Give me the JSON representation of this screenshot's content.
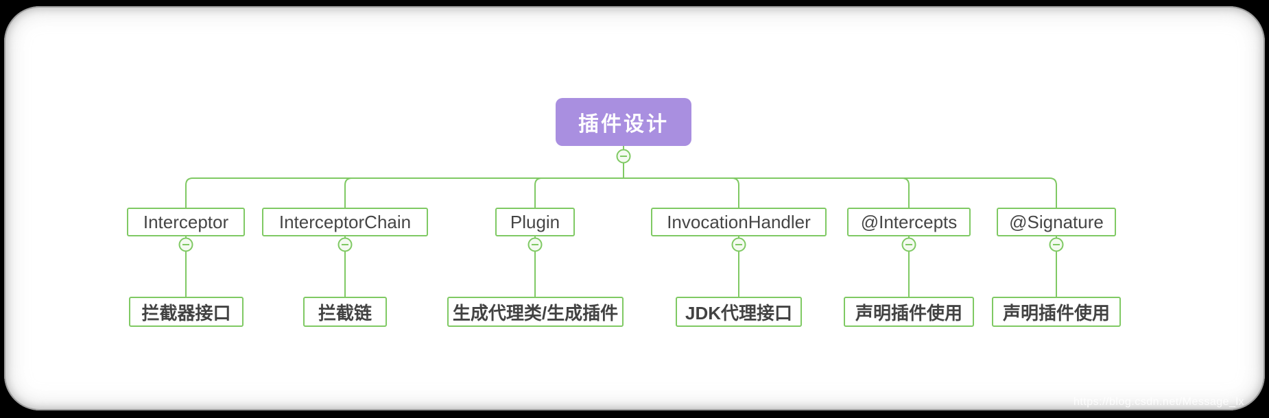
{
  "root": {
    "label": "插件设计"
  },
  "branches": [
    {
      "label": "Interceptor",
      "child": "拦截器接口"
    },
    {
      "label": "InterceptorChain",
      "child": "拦截链"
    },
    {
      "label": "Plugin",
      "child": "生成代理类/生成插件"
    },
    {
      "label": "InvocationHandler",
      "child": "JDK代理接口"
    },
    {
      "label": "@Intercepts",
      "child": "声明插件使用"
    },
    {
      "label": "@Signature",
      "child": "声明插件使用"
    }
  ],
  "icons": {
    "collapse_toggle": "minus-circle"
  },
  "watermark": "https://blog.csdn.net/Message_lx",
  "colors": {
    "accent_green": "#7FC963",
    "root_fill": "#A98FE0",
    "root_text": "#FFFFFF",
    "node_text": "#454545",
    "toggle_fill": "#F4FAF0",
    "background": "#FFFFFF"
  }
}
